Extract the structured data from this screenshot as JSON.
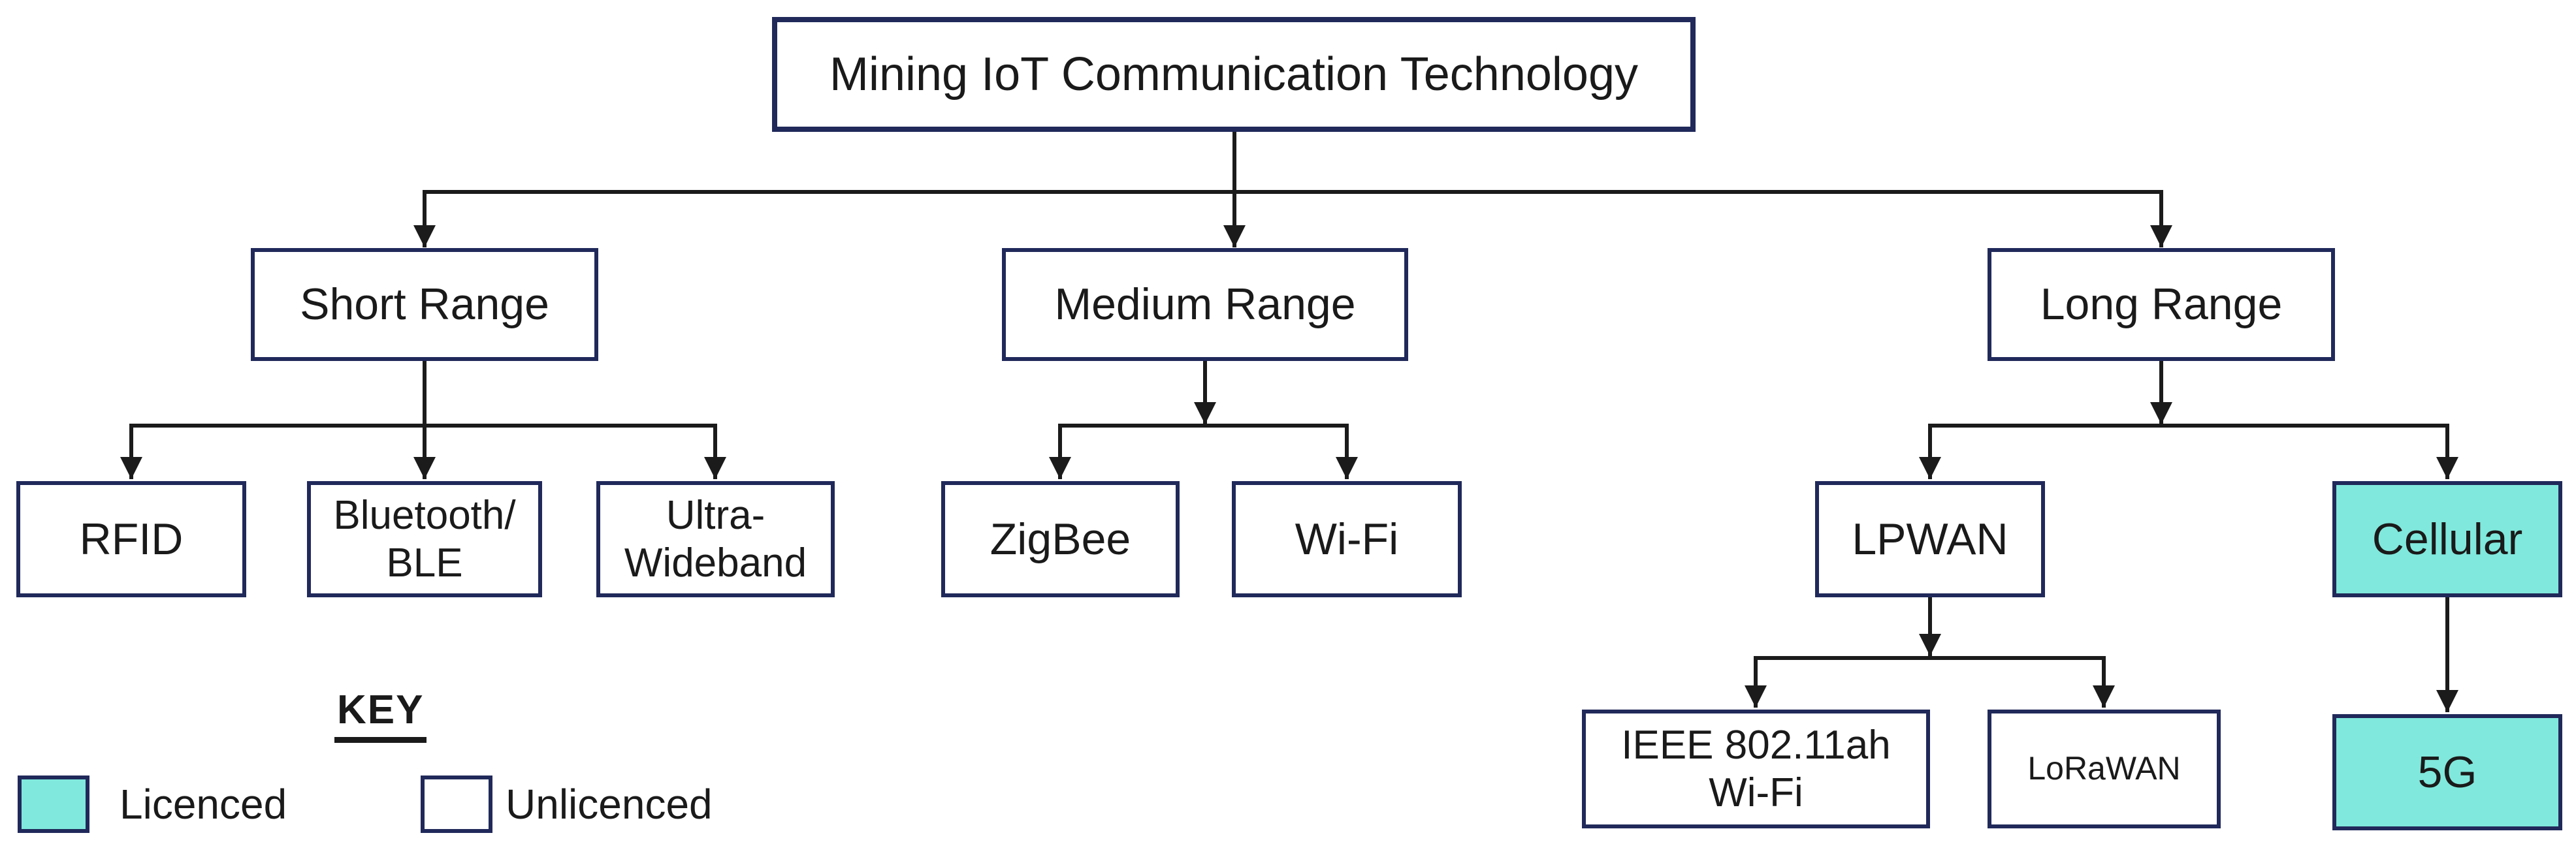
{
  "colors": {
    "licenced": "#80E8DC",
    "unlicenced": "#FFFFFF",
    "border": "#20295A",
    "line": "#1B1B1B",
    "text": "#1A1A1A"
  },
  "nodes": {
    "root": {
      "label": "Mining IoT Communication Technology",
      "licenced": false
    },
    "short_range": {
      "label": "Short Range",
      "licenced": false
    },
    "medium_range": {
      "label": "Medium Range",
      "licenced": false
    },
    "long_range": {
      "label": "Long Range",
      "licenced": false
    },
    "rfid": {
      "label": "RFID",
      "licenced": false
    },
    "bluetooth_ble": {
      "label": "Bluetooth/\nBLE",
      "licenced": false
    },
    "ultra_wideband": {
      "label": "Ultra-\nWideband",
      "licenced": false
    },
    "zigbee": {
      "label": "ZigBee",
      "licenced": false
    },
    "wifi": {
      "label": "Wi-Fi",
      "licenced": false
    },
    "lpwan": {
      "label": "LPWAN",
      "licenced": false
    },
    "cellular": {
      "label": "Cellular",
      "licenced": true
    },
    "ieee_80211ah_wifi": {
      "label": "IEEE 802.11ah\nWi-Fi",
      "licenced": false
    },
    "lorawan": {
      "label": "LoRaWAN",
      "licenced": false
    },
    "five_g": {
      "label": "5G",
      "licenced": true
    }
  },
  "key": {
    "heading": "KEY",
    "items": [
      {
        "label": "Licenced",
        "swatch": "licenced"
      },
      {
        "label": "Unlicenced",
        "swatch": "unlicenced"
      }
    ]
  }
}
